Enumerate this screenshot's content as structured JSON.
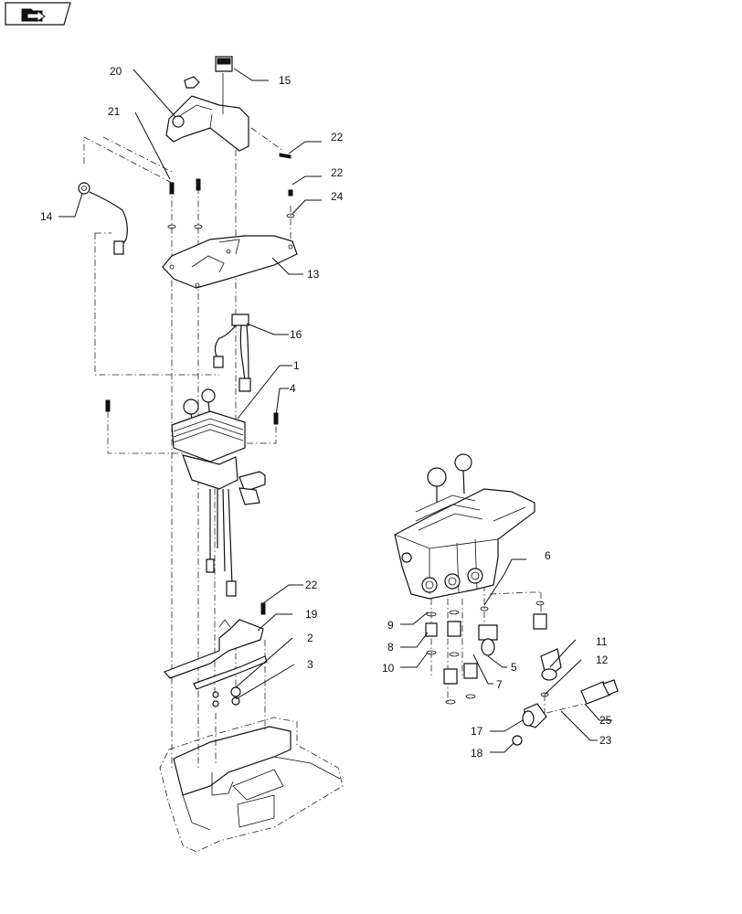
{
  "nav_icon": "folder-arrow-icon",
  "callouts": [
    {
      "id": "c20",
      "text": "20"
    },
    {
      "id": "c15",
      "text": "15"
    },
    {
      "id": "c21",
      "text": "21"
    },
    {
      "id": "c22a",
      "text": "22"
    },
    {
      "id": "c22b",
      "text": "22"
    },
    {
      "id": "c24",
      "text": "24"
    },
    {
      "id": "c14",
      "text": "14"
    },
    {
      "id": "c13",
      "text": "13"
    },
    {
      "id": "c16",
      "text": "16"
    },
    {
      "id": "c1",
      "text": "1"
    },
    {
      "id": "c4",
      "text": "4"
    },
    {
      "id": "c22c",
      "text": "22"
    },
    {
      "id": "c19",
      "text": "19"
    },
    {
      "id": "c2",
      "text": "2"
    },
    {
      "id": "c3",
      "text": "3"
    },
    {
      "id": "c6",
      "text": "6"
    },
    {
      "id": "c9",
      "text": "9"
    },
    {
      "id": "c8",
      "text": "8"
    },
    {
      "id": "c10",
      "text": "10"
    },
    {
      "id": "c5",
      "text": "5"
    },
    {
      "id": "c7",
      "text": "7"
    },
    {
      "id": "c11",
      "text": "11"
    },
    {
      "id": "c12",
      "text": "12"
    },
    {
      "id": "c17",
      "text": "17"
    },
    {
      "id": "c25",
      "text": "25"
    },
    {
      "id": "c18",
      "text": "18"
    },
    {
      "id": "c23",
      "text": "23"
    }
  ]
}
